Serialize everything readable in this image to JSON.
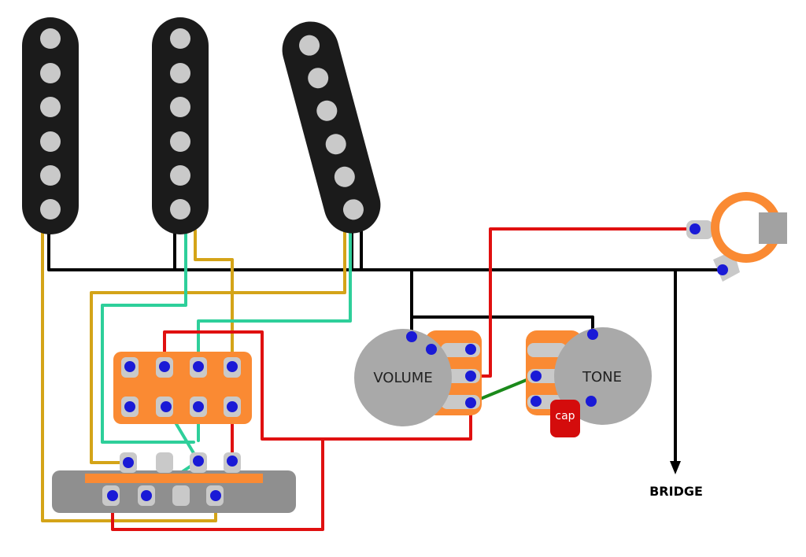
{
  "labels": {
    "volume": "VOLUME",
    "tone": "TONE",
    "cap": "cap",
    "bridge": "BRIDGE"
  },
  "colors": {
    "pickup": "#1b1b1b",
    "pole": "#c9c9c9",
    "pot": "#a9a9a9",
    "orange": "#fa8a33",
    "switch_gray": "#8f8f8f",
    "solder": "#1a1ad6",
    "wire_black": "#000000",
    "wire_red": "#e01010",
    "wire_yellow": "#d4a418",
    "wire_teal": "#2ecf9a",
    "wire_green": "#1b8a1b",
    "cap": "#d40c0c"
  },
  "components": [
    "pickup-neck",
    "pickup-middle",
    "pickup-bridge",
    "volume-pot",
    "tone-pot",
    "tone-capacitor",
    "pickup-selector-switch",
    "output-jack"
  ]
}
